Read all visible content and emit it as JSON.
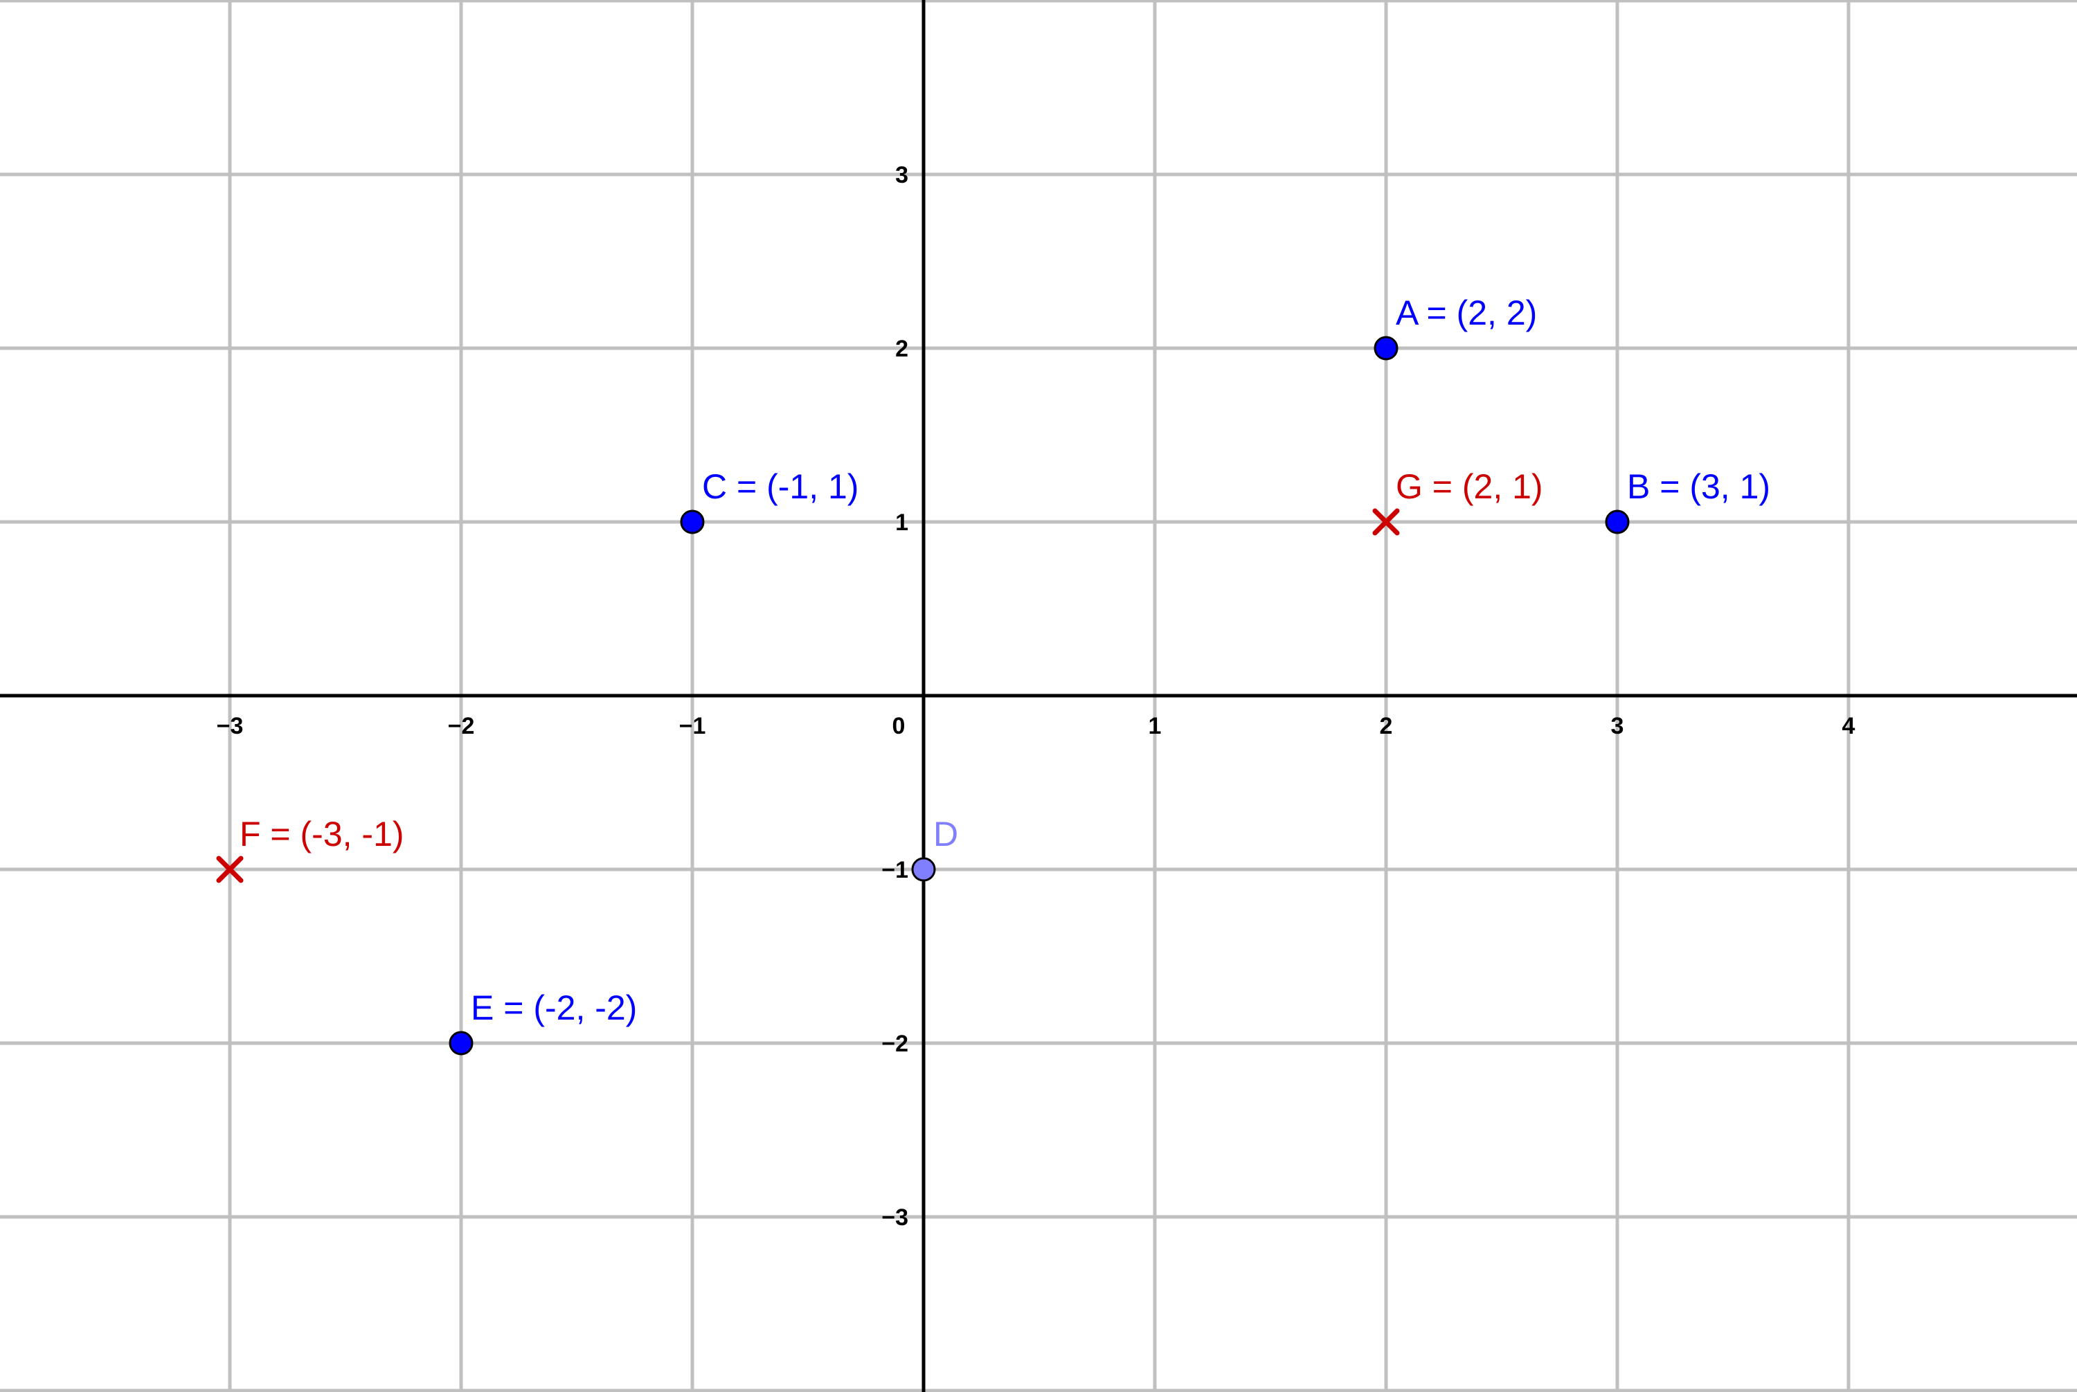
{
  "chart_data": {
    "type": "scatter",
    "xlim": [
      -4,
      5
    ],
    "ylim": [
      -4,
      4
    ],
    "grid": true,
    "x_ticks": [
      "−3",
      "−2",
      "−1",
      "0",
      "1",
      "2",
      "3",
      "4"
    ],
    "x_tick_values": [
      -3,
      -2,
      -1,
      0,
      1,
      2,
      3,
      4
    ],
    "y_ticks": [
      "3",
      "2",
      "1",
      "−1",
      "−2",
      "−3"
    ],
    "y_tick_values": [
      3,
      2,
      1,
      -1,
      -2,
      -3
    ],
    "points": [
      {
        "name": "A",
        "label": "A = (2, 2)",
        "x": 2,
        "y": 2,
        "marker": "dot",
        "color": "#0000ff"
      },
      {
        "name": "B",
        "label": "B = (3, 1)",
        "x": 3,
        "y": 1,
        "marker": "dot",
        "color": "#0000ff"
      },
      {
        "name": "C",
        "label": "C = (-1, 1)",
        "x": -1,
        "y": 1,
        "marker": "dot",
        "color": "#0000ff"
      },
      {
        "name": "D",
        "label": "D",
        "x": 0,
        "y": -1,
        "marker": "dot",
        "color": "#8080ff"
      },
      {
        "name": "E",
        "label": "E = (-2, -2)",
        "x": -2,
        "y": -2,
        "marker": "dot",
        "color": "#0000ff"
      },
      {
        "name": "F",
        "label": "F = (-3, -1)",
        "x": -3,
        "y": -1,
        "marker": "cross",
        "color": "#cc0000"
      },
      {
        "name": "G",
        "label": "G = (2, 1)",
        "x": 2,
        "y": 1,
        "marker": "cross",
        "color": "#cc0000"
      }
    ]
  }
}
